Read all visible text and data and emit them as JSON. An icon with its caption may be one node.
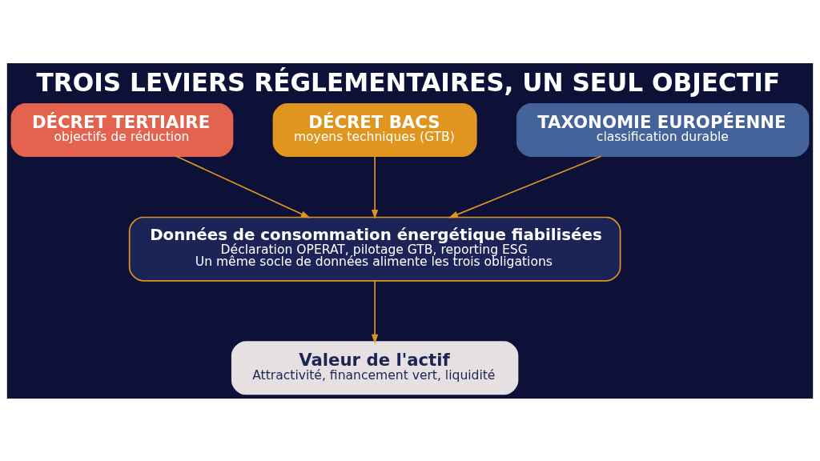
{
  "diagram": {
    "title": "TROIS LEVIERS RÉGLEMENTAIRES, UN SEUL OBJECTIF",
    "nodes": [
      {
        "text": [
          "DÉCRET TERTIAIRE",
          "objectifs de réduction"
        ]
      },
      {
        "text": [
          "DÉCRET BACS",
          "moyens techniques (GTB)"
        ]
      },
      {
        "text": [
          "TAXONOMIE EUROPÉENNE",
          "classification durable"
        ]
      },
      {
        "text": [
          "Données de consommation énergétique fiabilisées",
          "Déclaration OPERAT, pilotage GTB, reporting ESG",
          "Un même socle de données alimente les trois obligations"
        ]
      },
      {
        "text": [
          "Valeur de l'actif",
          "Attractivité, financement vert, liquidité"
        ]
      }
    ],
    "edges": [
      {
        "from": 0,
        "to": 3,
        "arrow": "to"
      },
      {
        "from": 1,
        "to": 3,
        "arrow": "to"
      },
      {
        "from": 2,
        "to": 3,
        "arrow": "to"
      },
      {
        "from": 3,
        "to": 4,
        "arrow": "to"
      }
    ]
  }
}
